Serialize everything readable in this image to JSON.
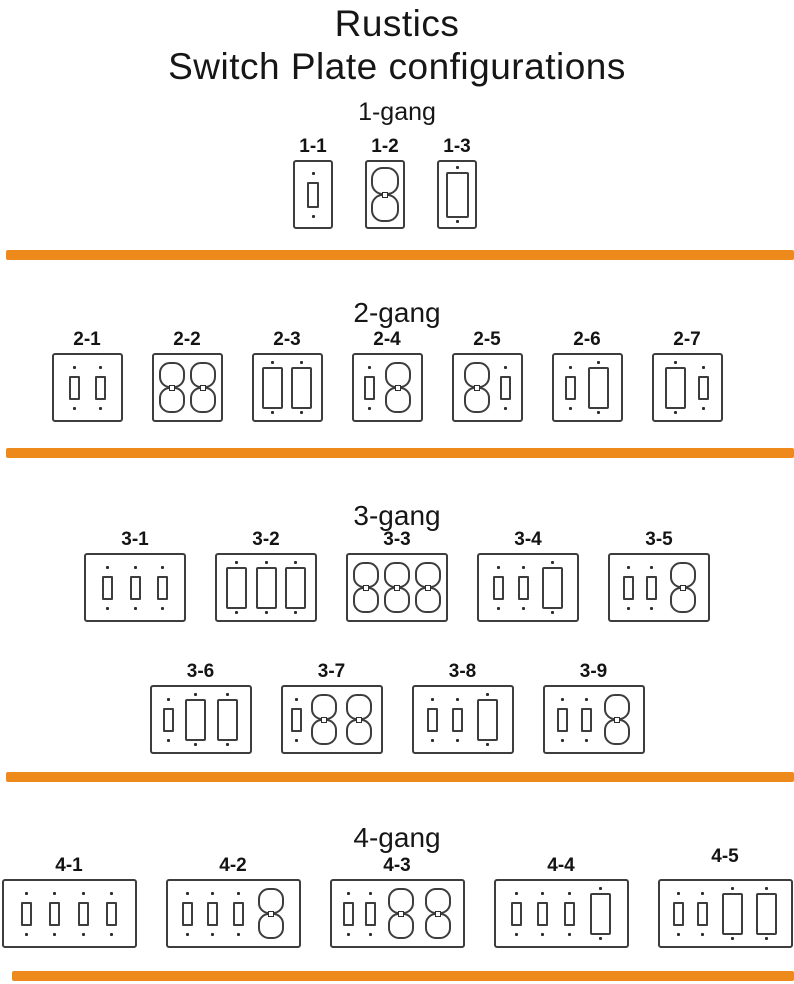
{
  "title": {
    "line1": "Rustics",
    "line2": "Switch Plate configurations"
  },
  "colors": {
    "divider_orange": "#EE8A1C",
    "line_dark": "#3d3d3d"
  },
  "sections": [
    {
      "name": "1-gang",
      "rows": [
        [
          {
            "id": "1-1",
            "slots": [
              "toggle"
            ]
          },
          {
            "id": "1-2",
            "slots": [
              "duplex"
            ]
          },
          {
            "id": "1-3",
            "slots": [
              "rocker"
            ]
          }
        ]
      ]
    },
    {
      "name": "2-gang",
      "rows": [
        [
          {
            "id": "2-1",
            "slots": [
              "toggle",
              "toggle"
            ]
          },
          {
            "id": "2-2",
            "slots": [
              "duplex",
              "duplex"
            ]
          },
          {
            "id": "2-3",
            "slots": [
              "rocker",
              "rocker"
            ]
          },
          {
            "id": "2-4",
            "slots": [
              "toggle",
              "duplex"
            ]
          },
          {
            "id": "2-5",
            "slots": [
              "duplex",
              "toggle"
            ]
          },
          {
            "id": "2-6",
            "slots": [
              "toggle",
              "rocker"
            ]
          },
          {
            "id": "2-7",
            "slots": [
              "rocker",
              "toggle"
            ]
          }
        ]
      ]
    },
    {
      "name": "3-gang",
      "rows": [
        [
          {
            "id": "3-1",
            "slots": [
              "toggle",
              "toggle",
              "toggle"
            ]
          },
          {
            "id": "3-2",
            "slots": [
              "rocker",
              "rocker",
              "rocker"
            ]
          },
          {
            "id": "3-3",
            "slots": [
              "duplex",
              "duplex",
              "duplex"
            ]
          },
          {
            "id": "3-4",
            "slots": [
              "toggle",
              "toggle",
              "rocker"
            ]
          },
          {
            "id": "3-5",
            "slots": [
              "toggle",
              "toggle",
              "duplex"
            ]
          }
        ],
        [
          {
            "id": "3-6",
            "slots": [
              "toggle",
              "rocker",
              "rocker"
            ]
          },
          {
            "id": "3-7",
            "slots": [
              "toggle",
              "duplex",
              "duplex"
            ]
          },
          {
            "id": "3-8",
            "slots": [
              "toggle",
              "toggle",
              "rocker"
            ]
          },
          {
            "id": "3-9",
            "slots": [
              "toggle",
              "toggle",
              "duplex"
            ]
          }
        ]
      ]
    },
    {
      "name": "4-gang",
      "rows": [
        [
          {
            "id": "4-1",
            "slots": [
              "toggle",
              "toggle",
              "toggle",
              "toggle"
            ]
          },
          {
            "id": "4-2",
            "slots": [
              "toggle",
              "toggle",
              "toggle",
              "duplex"
            ]
          },
          {
            "id": "4-3",
            "slots": [
              "toggle",
              "toggle",
              "duplex",
              "duplex"
            ]
          },
          {
            "id": "4-4",
            "slots": [
              "toggle",
              "toggle",
              "toggle",
              "rocker"
            ]
          },
          {
            "id": "4-5",
            "slots": [
              "toggle",
              "toggle",
              "rocker",
              "rocker"
            ],
            "label_raised": true
          }
        ]
      ]
    }
  ]
}
